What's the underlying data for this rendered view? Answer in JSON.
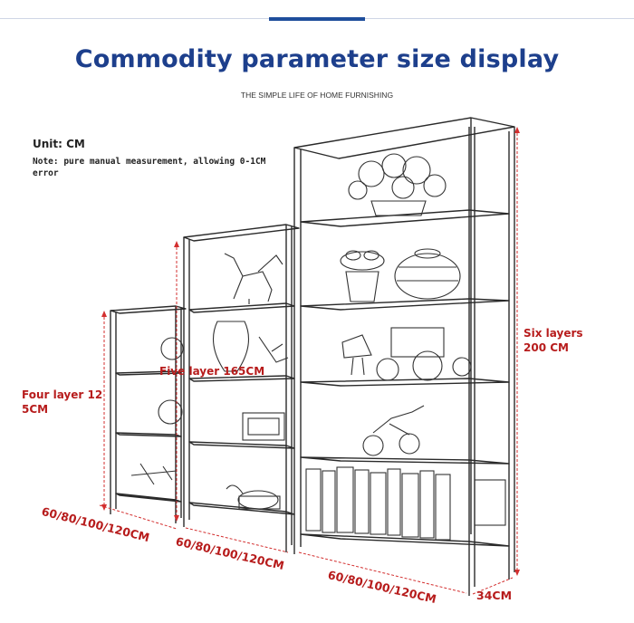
{
  "header": {
    "title": "Commodity parameter size display",
    "subtitle": "THE SIMPLE LIFE OF HOME FURNISHING"
  },
  "info": {
    "unit": "Unit: CM",
    "note": "Note: pure manual measurement, allowing 0-1CM error"
  },
  "dimensions": {
    "four_layer_height": "Four layer 12 5CM",
    "five_layer_height": "Five layer 165CM",
    "six_layer_height": "Six layers 200 CM",
    "width_small": "60/80/100/120CM",
    "width_medium": "60/80/100/120CM",
    "width_large": "60/80/100/120CM",
    "depth": "34CM"
  },
  "colors": {
    "title": "#1d3f8c",
    "accent_bar": "#1f4e9c",
    "dimension": "#b71c1c",
    "sketch_line": "#2a2a2a"
  },
  "illustration": {
    "subject": "three-tier-bookshelf-line-sketch",
    "icons": [
      "bookshelf-icon",
      "fruit-bowl-icon",
      "potted-plant-icon",
      "basket-icon",
      "horse-carriage-icon",
      "motorcycle-icon",
      "books-icon",
      "unicorn-statue-icon",
      "vase-icon",
      "clock-icon",
      "picture-frame-icon",
      "airplane-model-icon",
      "gramophone-icon",
      "deer-figurine-icon"
    ]
  }
}
